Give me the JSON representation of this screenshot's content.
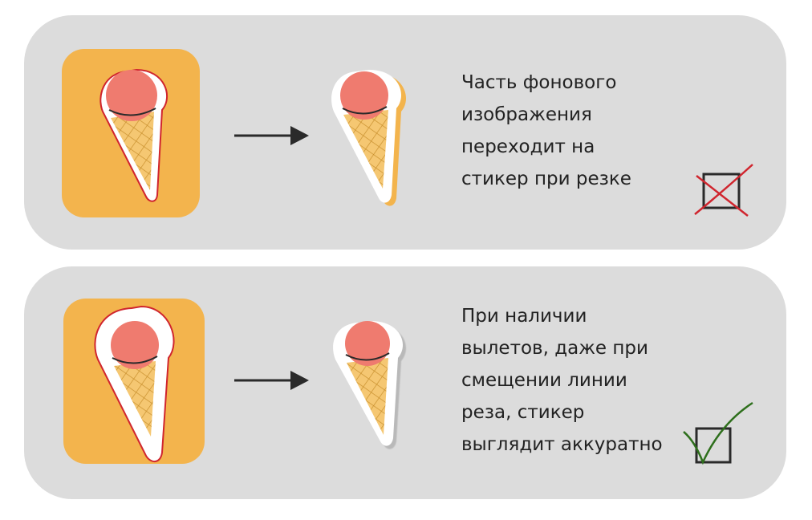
{
  "panels": [
    {
      "id": "without-bleed",
      "caption": [
        "Часть фонового",
        "изображения",
        "переходит на",
        "стикер при резке"
      ],
      "verdict_icon": "red-cross-checkbox-icon",
      "verdict_color": "#d0252e"
    },
    {
      "id": "with-bleed",
      "caption": [
        "При наличии",
        "вылетов, даже при",
        "смещении линии",
        "реза, стикер",
        "выглядит аккуратно"
      ],
      "verdict_icon": "green-check-checkbox-icon",
      "verdict_color": "#2e6f1c"
    }
  ],
  "colors": {
    "panel_bg": "#dcdcdc",
    "orange_bg": "#f3b44d",
    "scoop": "#ef7b6f",
    "cone": "#f5c772",
    "cut_line": "#d0252e",
    "arrow": "#2a2a2a"
  }
}
